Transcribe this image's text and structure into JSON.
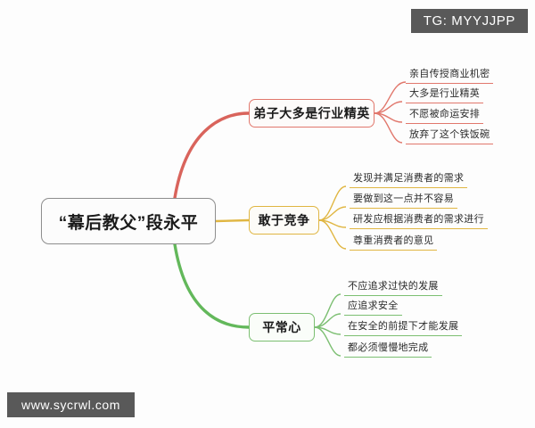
{
  "root": {
    "label": "“幕后教父”段永平"
  },
  "branches": [
    {
      "label": "弟子大多是行业精英",
      "color": "#e1776c",
      "leaves": [
        {
          "label": "亲自传授商业机密"
        },
        {
          "label": "大多是行业精英"
        },
        {
          "label": "不愿被命运安排"
        },
        {
          "label": "放弃了这个铁饭碗"
        }
      ]
    },
    {
      "label": "敢于竞争",
      "color": "#e0b642",
      "leaves": [
        {
          "label": "发现并满足消费者的需求"
        },
        {
          "label": "要做到这一点并不容易"
        },
        {
          "label": "研发应根据消费者的需求进行"
        },
        {
          "label": "尊重消费者的意见"
        }
      ]
    },
    {
      "label": "平常心",
      "color": "#7cbf72",
      "leaves": [
        {
          "label": "不应追求过快的发展"
        },
        {
          "label": "应追求安全"
        },
        {
          "label": "在安全的前提下才能发展"
        },
        {
          "label": "都必须慢慢地完成"
        }
      ]
    }
  ],
  "watermarks": {
    "telegram": "TG: MYYJJPP",
    "website": "www.sycrwl.com"
  },
  "colors": {
    "branch_red": "#e1776c",
    "branch_yellow": "#e0b642",
    "branch_green": "#7cbf72",
    "root_border": "#8f8f8f",
    "watermark_bg": "#595959",
    "background": "#fdfdfd"
  }
}
